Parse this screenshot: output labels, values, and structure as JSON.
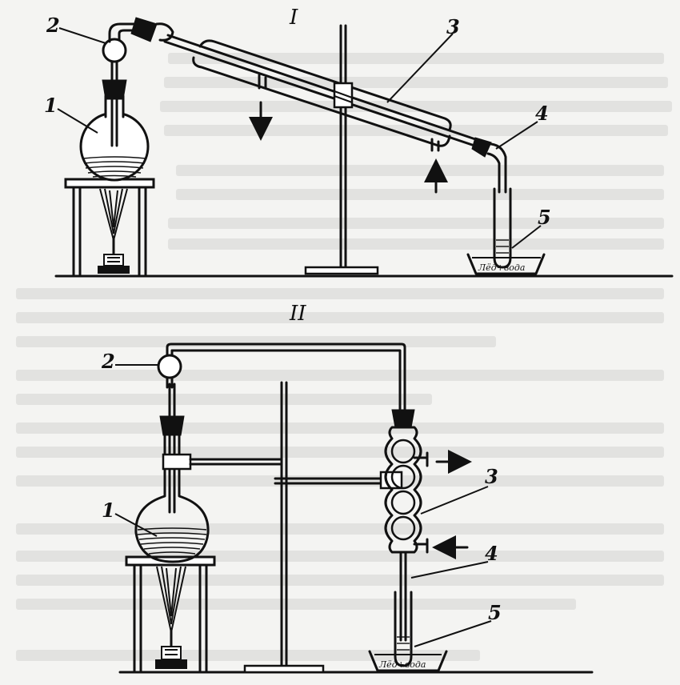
{
  "figure": {
    "setup_1": {
      "title": "I",
      "labels": {
        "flask": "1",
        "bulb": "2",
        "condenser": "3",
        "adapter": "4",
        "receiver": "5"
      },
      "bath_text": "Лёд+вода"
    },
    "setup_2": {
      "title": "II",
      "labels": {
        "flask": "1",
        "bulb": "2",
        "condenser": "3",
        "adapter": "4",
        "receiver": "5"
      },
      "bath_text": "Лёд+вода"
    }
  }
}
